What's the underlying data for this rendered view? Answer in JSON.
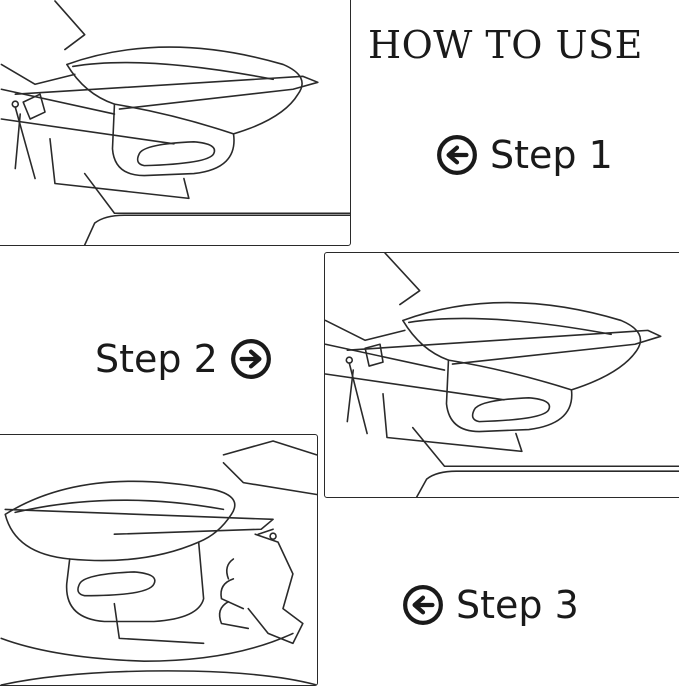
{
  "heading": "HOW TO USE",
  "steps": [
    {
      "label": "Step 1",
      "arrow": "arrow-left-circle-icon"
    },
    {
      "label": "Step 2",
      "arrow": "arrow-right-circle-icon"
    },
    {
      "label": "Step 3",
      "arrow": "arrow-left-circle-icon"
    }
  ],
  "colors": {
    "line": "#2a2a2a",
    "background": "#ffffff"
  }
}
